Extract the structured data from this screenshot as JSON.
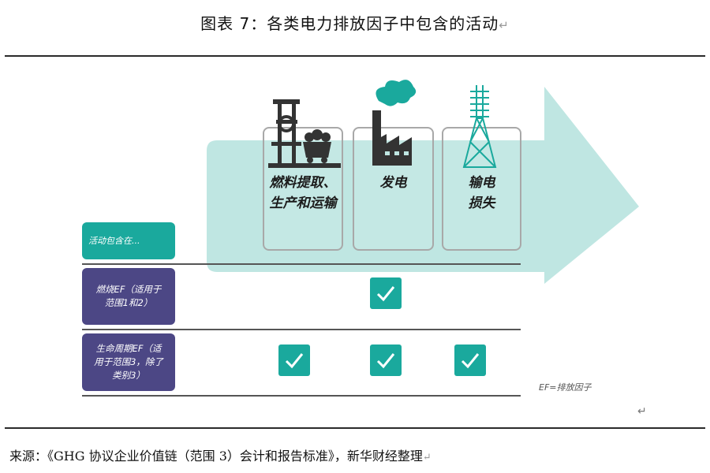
{
  "title": "图表 7：各类电力排放因子中包含的活动",
  "return_mark": "↵",
  "columns": [
    {
      "label": "燃料提取、\n生产和运输",
      "icon": "mine-headframe-coal-cart-icon"
    },
    {
      "label": "发电",
      "icon": "factory-smokestack-icon"
    },
    {
      "label": "输电\n损失",
      "icon": "transmission-tower-icon"
    }
  ],
  "rows": [
    {
      "label": "活动包含在..."
    },
    {
      "label": "燃烧EF（适用于\n范围1和2）",
      "checks": [
        false,
        true,
        false
      ]
    },
    {
      "label": "生命周期EF（适\n用于范围3，除了\n类别3）",
      "checks": [
        true,
        true,
        true
      ]
    }
  ],
  "ef_note": "EF=排放因子",
  "source": "来源：《GHG 协议企业价值链（范围 3）会计和报告标准》，新华财经整理",
  "colors": {
    "arrow": "#bfe6e2",
    "teal": "#1aa99d",
    "purple": "#4c4785",
    "icon": "#333333",
    "smoke": "#1aa99d"
  }
}
